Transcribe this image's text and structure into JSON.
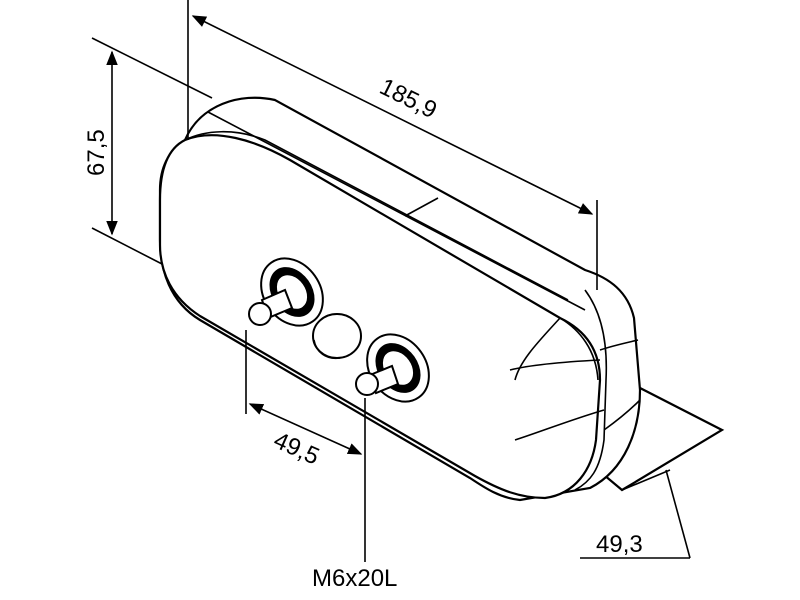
{
  "dimensions": {
    "length": "185,9",
    "height": "67,5",
    "stud_spacing": "49,5",
    "bracket_depth": "49,3",
    "stud_spec": "M6x20L"
  }
}
